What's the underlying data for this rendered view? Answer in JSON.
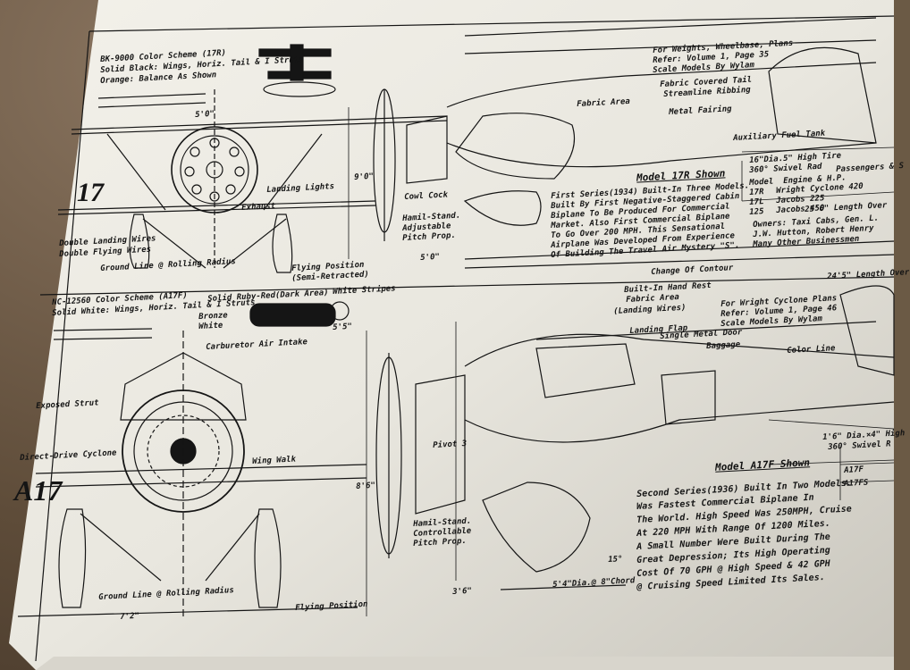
{
  "photo": {
    "description_labels": {
      "model_17": "17",
      "model_a17": "A17"
    },
    "notes": {
      "bk_color": "BK-9000 Color Scheme (17R)",
      "bk_color_2": "Solid Black: Wings, Horiz. Tail & I Struts",
      "bk_color_3": "Orange: Balance As Shown",
      "fin_weights": "For Weights, Wheelbase, Plans",
      "fin_weights_2": "Refer: Volume 1, Page 35",
      "fin_weights_3": "Scale Models By Wylam",
      "fabric_covered": "Fabric Covered Tail",
      "metal_fairing": "Metal Fairing",
      "fabric_area": "Fabric Area",
      "stream_ribs": "Streamline Ribbing",
      "double_landing": "Double Landing Wires",
      "exhaust": "Exhaust",
      "landing_lights": "Landing Lights",
      "rolling_radius": "Ground Line @ Rolling Radius",
      "flying_position": "Flying Position",
      "model_17r": "Model 17R Shown",
      "first_series": "First Series(1934) Built-In Three Models.",
      "first_series_2": "Built By First Negative-Staggered Cabin",
      "first_series_3": "Biplane To Be Produced For Commercial",
      "first_series_4": "Market. Also First Commercial Biplane",
      "first_series_5": "To Go Over 200 MPH. This Sensational",
      "first_series_6": "Airplane Was Developed From Experience",
      "first_series_7": "Of Building The Travel Air Mystery \"S\".",
      "hamil_stand": "Hamil-Stand.",
      "hamil_stand_2": "Adjustable",
      "hamil_stand_3": "Pitch Prop.",
      "retracted": "Flying Position",
      "retracted_2": "(Semi-Retracted)",
      "solid_ruby": "Solid Ruby-Red(Dark Area)",
      "white_stripes": "White Stripes",
      "ne_color": "NC-12560 Color Scheme (A17F)",
      "ne_color_2": "Solid White: Wings, Horiz. Tail & I Struts",
      "bronze": "Bronze",
      "white": "White",
      "carburetor": "Carburetor Air Intake",
      "exposed_strut": "Exposed Strut",
      "direct_drive": "Direct-Drive Cyclone",
      "wing_walk": "Wing Walk",
      "change_contour": "Change Of Contour",
      "built_in_hand": "Built-In Hand Rest",
      "fabric_area_2": "Fabric Area",
      "landing_wires": "(Landing Wires)",
      "landing_flap": "Landing Flap",
      "single_metal": "Single Metal Door",
      "baggage": "Baggage",
      "wright_cyclone": "For Wright Cyclone Plans",
      "wright_cyclone_2": "Refer: Volume 1, Page 46",
      "wright_cyclone_3": "Scale Models By Wylam",
      "color_line": "Color Line",
      "model_a17f": "Model A17F Shown",
      "second_series": "Second Series(1936) Built In Two Models.",
      "second_series_2": "Was Fastest Commercial Biplane In",
      "second_series_3": "The World. High Speed Was 250MPH, Cruise",
      "second_series_4": "At 220 MPH With Range Of 1200 Miles.",
      "second_series_5": "A Small Number Were Built During The",
      "second_series_6": "Great Depression; Its High Operating",
      "second_series_7": "Cost Of 70 GPH @ High Speed & 42 GPH",
      "second_series_8": "@ Cruising Speed Limited Its Sales.",
      "hamil_ctrl": "Hamil-Stand.",
      "hamil_ctrl_2": "Controllable",
      "hamil_ctrl_3": "Pitch Prop.",
      "ground_line": "Ground Line @ Rolling Radius",
      "flying_pos_2": "Flying Position",
      "swivel": "16\"Dia.5\" High Tire",
      "swivel_2": "360° Swivel Rad",
      "swivel_3": "1'6\" Dia.×4\" High",
      "swivel_4": "360° Swivel R",
      "models_header": "Model",
      "models": [
        "17R",
        "17L",
        "125"
      ],
      "models_b": [
        "A17F",
        "A17FS"
      ],
      "engine_header": "Engine & H.P.",
      "engine_rows": [
        "Wright Cyclone 420",
        "Jacobs 225",
        "Jacobs 450"
      ],
      "passengers": "Passengers & S",
      "owners": "Owners: Taxi Cabs, Gen. L.",
      "owners_2": "J.W. Hutton, Robert Henry",
      "owners_3": "Many Other Businessmen",
      "dim_top": "5'0\"",
      "dim_1": "5'5\"",
      "dim_2": "7'2\"",
      "dim_3": "3'6\"",
      "dim_4": "5'4\"Dia.@ 8\"Chord",
      "dim_5": "8'6\"",
      "dim_6": "9'0\"",
      "dim_7": "15°",
      "dim_8": "24'5\" Length Over",
      "dim_9": "25'6\" Length Over",
      "dim_10": "5'0\"",
      "engine_ref": "Pivot 3",
      "cowl": "Cowl Cock",
      "retract_pos": "Double Flying Wires",
      "aux_fuel": "Auxiliary Fuel Tank"
    }
  }
}
